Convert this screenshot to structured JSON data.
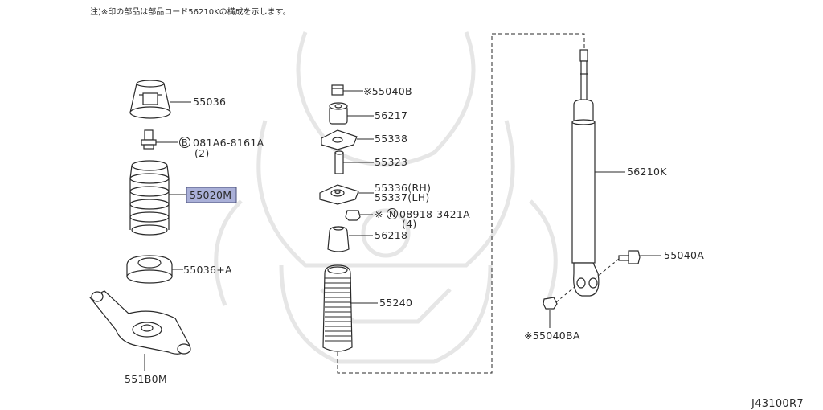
{
  "note": "注)※印の部品は部品コード56210Kの構成を示します。",
  "diagram_code": "J43100R7",
  "colors": {
    "line": "#2a2a2a",
    "highlight_fill": "#aab0d8",
    "highlight_border": "#4a4f7a",
    "watermark": "#e8e8e8"
  },
  "parts": {
    "p55036": "55036",
    "bolt_prefix": "B",
    "bolt": "081A6-8161A",
    "bolt_qty": "(2)",
    "spring": "55020M",
    "p55036a": "55036+A",
    "arm": "551B0M",
    "p55040b": "※55040B",
    "p56217": "56217",
    "p55338": "55338",
    "p55323": "55323",
    "p55336": "55336(RH)",
    "p55337": "55337(LH)",
    "nut_mark": "※",
    "nut_prefix": "N",
    "nut": "08918-3421A",
    "nut_qty": "(4)",
    "p56218": "56218",
    "p55240": "55240",
    "shock": "56210K",
    "p55040a": "55040A",
    "p55040ba": "※55040BA"
  }
}
